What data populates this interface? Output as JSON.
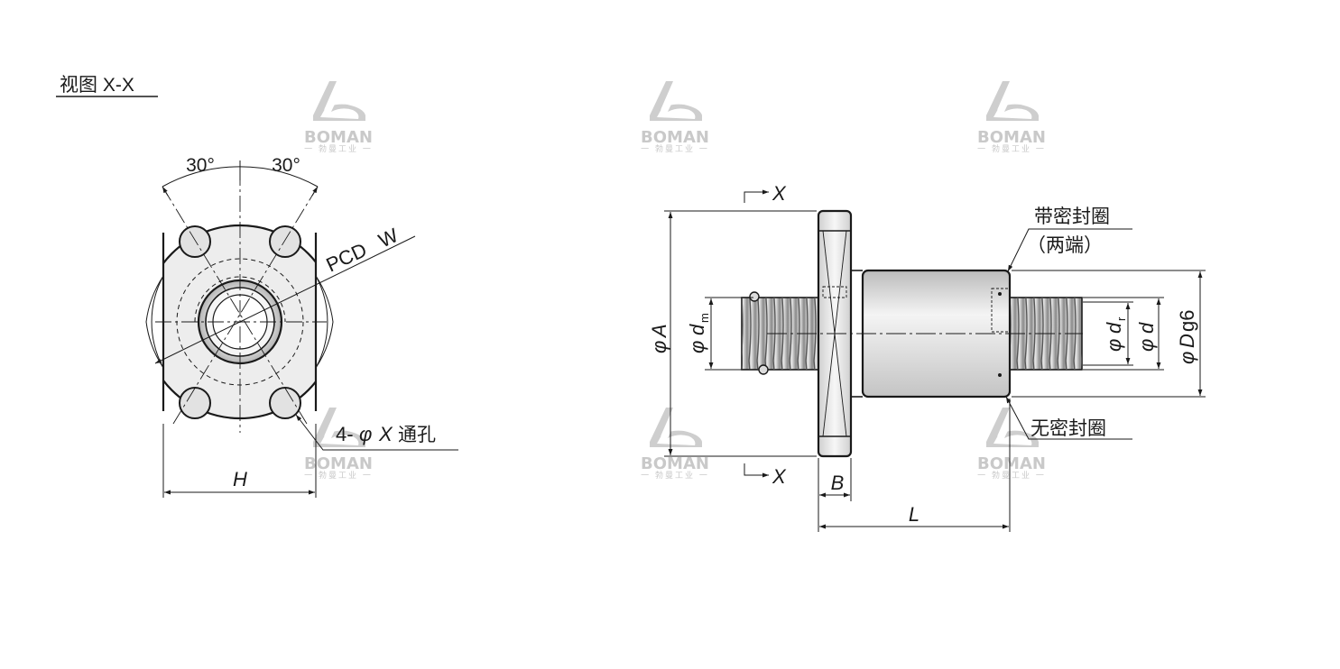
{
  "view_title": "视图 X-X",
  "angles": {
    "left": "30°",
    "right": "30°"
  },
  "pcd": {
    "prefix": "PCD",
    "symbol": "W"
  },
  "holes": {
    "count_prefix": "4-",
    "phi": "φ",
    "symbol": "X",
    "suffix": "通孔"
  },
  "dims": {
    "H": "H",
    "B": "B",
    "L": "L",
    "A": "A",
    "dm_base": "d",
    "dm_sub": "m",
    "dr_base": "d",
    "dr_sub": "r",
    "d": "d",
    "D_prefix": "D",
    "D_suffix": "g6"
  },
  "phi_symbol": "φ",
  "section_marker": "X",
  "callouts": {
    "sealed_line1": "带密封圈",
    "sealed_line2": "（两端）",
    "unsealed": "无密封圈"
  },
  "watermark": {
    "brand": "BOMAN",
    "subtitle": "一 勃曼工业 一"
  },
  "colors": {
    "line": "#1a1a1a",
    "fill_light": "#e6e6e6",
    "fill_thread": "#bdbdbd",
    "watermark": "#c8c8c8"
  }
}
